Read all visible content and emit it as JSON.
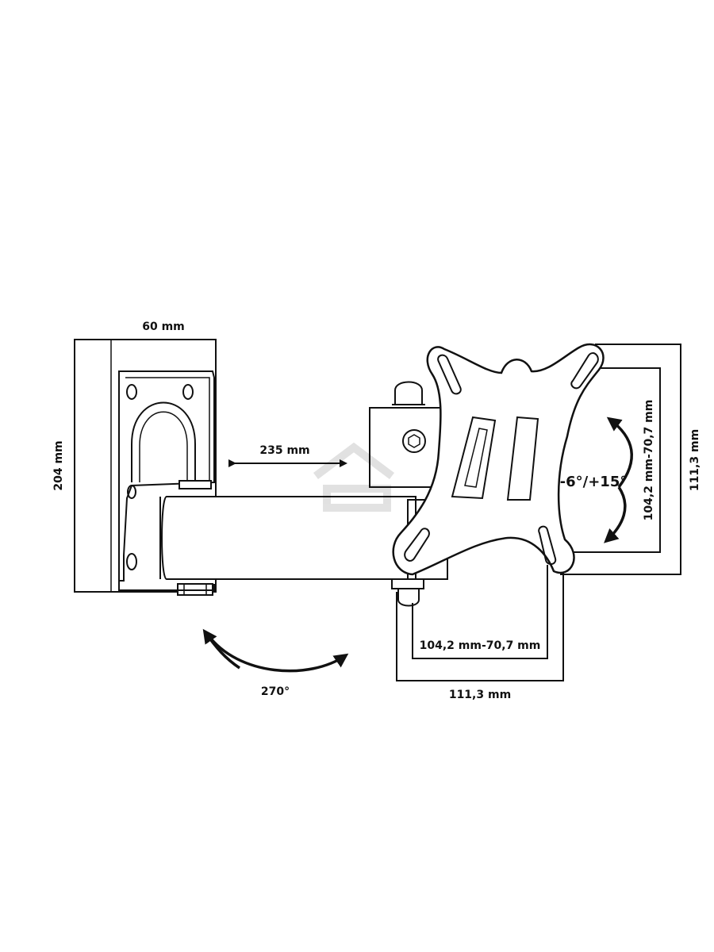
{
  "labels": {
    "width_wall_plate": "60 mm",
    "height_wall_plate": "204 mm",
    "arm_extension": "235 mm",
    "swivel_angle": "270°",
    "tilt_angle": "-6°/+15°",
    "vesa_inner_vertical": "104,2 mm-70,7 mm",
    "vesa_outer_vertical": "111,3 mm",
    "vesa_inner_horizontal": "104,2 mm-70,7 mm",
    "vesa_outer_horizontal": "111,3 mm"
  }
}
